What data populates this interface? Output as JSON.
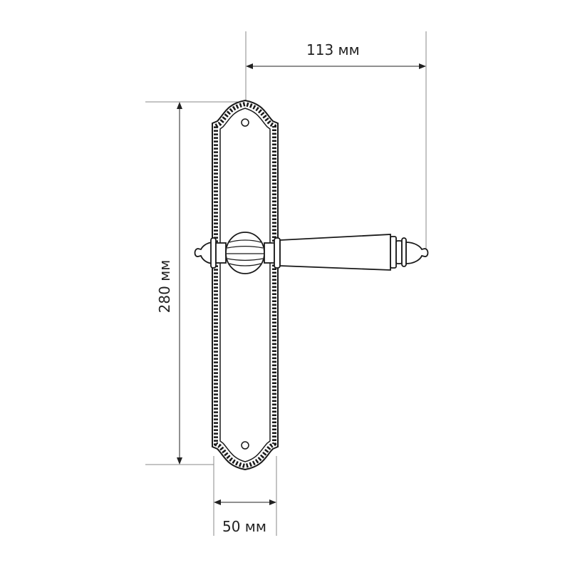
{
  "title": "Door handle on long backplate — dimension drawing",
  "dimensions": {
    "handle_projection": "113 мм",
    "plate_height": "280 мм",
    "plate_width": "50 мм"
  },
  "colors": {
    "line": "#1a1a1a",
    "dimension_line": "#888888"
  }
}
